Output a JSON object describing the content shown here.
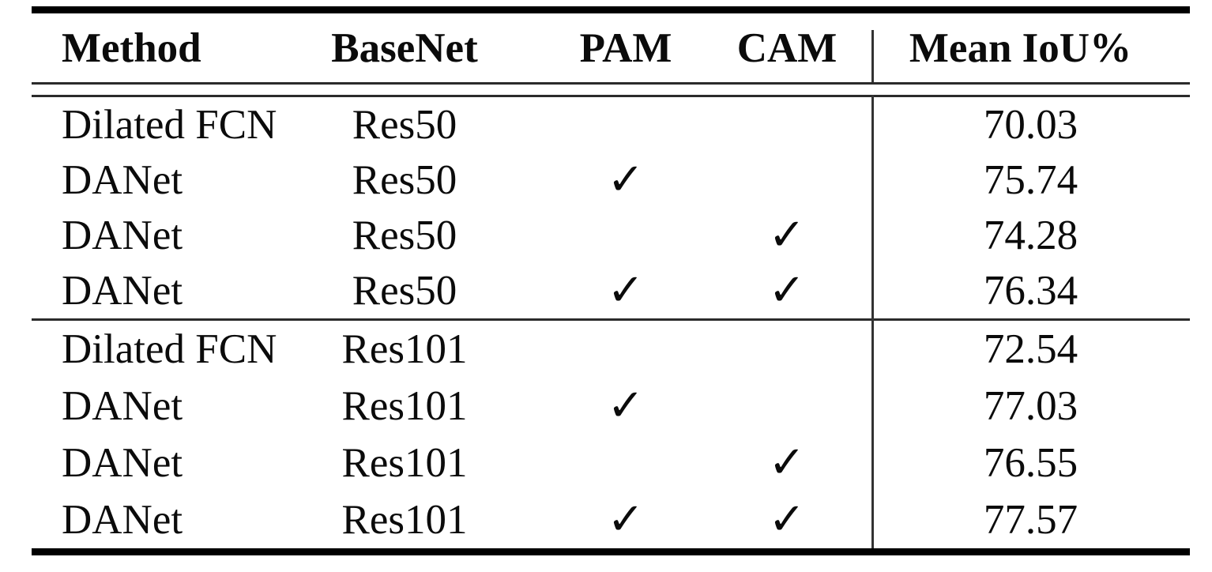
{
  "table": {
    "header": {
      "method": "Method",
      "basenet": "BaseNet",
      "pam": "PAM",
      "cam": "CAM",
      "miou": "Mean IoU%"
    },
    "rows": [
      {
        "method": "Dilated FCN",
        "basenet": "Res50",
        "pam": "",
        "cam": "",
        "miou": "70.03"
      },
      {
        "method": "DANet",
        "basenet": "Res50",
        "pam": "✓",
        "cam": "",
        "miou": "75.74"
      },
      {
        "method": "DANet",
        "basenet": "Res50",
        "pam": "",
        "cam": "✓",
        "miou": "74.28"
      },
      {
        "method": "DANet",
        "basenet": "Res50",
        "pam": "✓",
        "cam": "✓",
        "miou": "76.34"
      },
      {
        "method": "Dilated FCN",
        "basenet": "Res101",
        "pam": "",
        "cam": "",
        "miou": "72.54"
      },
      {
        "method": "DANet",
        "basenet": "Res101",
        "pam": "✓",
        "cam": "",
        "miou": "77.03"
      },
      {
        "method": "DANet",
        "basenet": "Res101",
        "pam": "",
        "cam": "✓",
        "miou": "76.55"
      },
      {
        "method": "DANet",
        "basenet": "Res101",
        "pam": "✓",
        "cam": "✓",
        "miou": "77.57"
      }
    ],
    "checkmark_glyph": "✓",
    "colors": {
      "thick_rule": "#000000",
      "thin_rule": "#2b2b2b",
      "text": "#0b0b0b",
      "background": "#ffffff"
    }
  }
}
